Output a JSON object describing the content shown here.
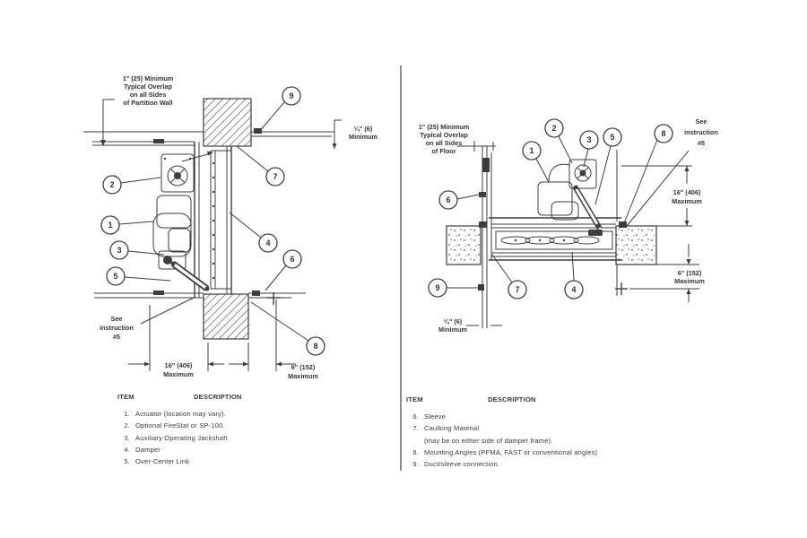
{
  "colors": {
    "ink": "#3d3d3d",
    "text": "#333333",
    "divider": "#8c8c8c",
    "paper": "#ffffff"
  },
  "callouts": {
    "n1": "1",
    "n2": "2",
    "n3": "3",
    "n4": "4",
    "n5": "5",
    "n6": "6",
    "n7": "7",
    "n8": "8",
    "n9": "9"
  },
  "left_diagram": {
    "note": {
      "l1": "1\" (25) Minimum",
      "l2": "Typical Overlap",
      "l3": "on all Sides",
      "l4": "of Partition Wall"
    },
    "min_gap": {
      "l1": "¼\" (6)",
      "l2": "Minimum"
    },
    "see_instruction": {
      "l1": "See",
      "l2": "instruction",
      "l3": "#5"
    },
    "dim_left": {
      "l1": "16\" (406)",
      "l2": "Maximum"
    },
    "dim_right": {
      "l1": "6\" (152)",
      "l2": "Maximum"
    }
  },
  "right_diagram": {
    "note": {
      "l1": "1\" (25) Minimum",
      "l2": "Typical Overlap",
      "l3": "on all Sides",
      "l4": "of Floor"
    },
    "min_gap": {
      "l1": "¼\" (6)",
      "l2": "Minimum"
    },
    "see_instruction": {
      "l1": "See",
      "l2": "instruction",
      "l3": "#5"
    },
    "dim_height": {
      "l1": "16\" (406)",
      "l2": "Maximum"
    },
    "dim_depth": {
      "l1": "6\" (152)",
      "l2": "Maximum"
    }
  },
  "left_list": {
    "header_item": "ITEM",
    "header_desc": "DESCRIPTION",
    "items": [
      {
        "num": "1.",
        "text": "Actuator (location may vary)."
      },
      {
        "num": "2.",
        "text": "Optional FireStat or SP-100."
      },
      {
        "num": "3.",
        "text": "Auxiliary Operating Jackshaft"
      },
      {
        "num": "4.",
        "text": "Damper"
      },
      {
        "num": "5.",
        "text": "Over-Center Link"
      }
    ]
  },
  "right_list": {
    "header_item": "ITEM",
    "header_desc": "DESCRIPTION",
    "items": [
      {
        "num": "6.",
        "text": "Sleeve"
      },
      {
        "num": "7.",
        "text": "Caulking Material"
      },
      {
        "num": "",
        "text": "(may be on either side of damper frame)."
      },
      {
        "num": "8.",
        "text": "Mounting Angles (PFMA, FAST or conventional angles)"
      },
      {
        "num": "9.",
        "text": "Duct/sleeve connection."
      }
    ]
  }
}
